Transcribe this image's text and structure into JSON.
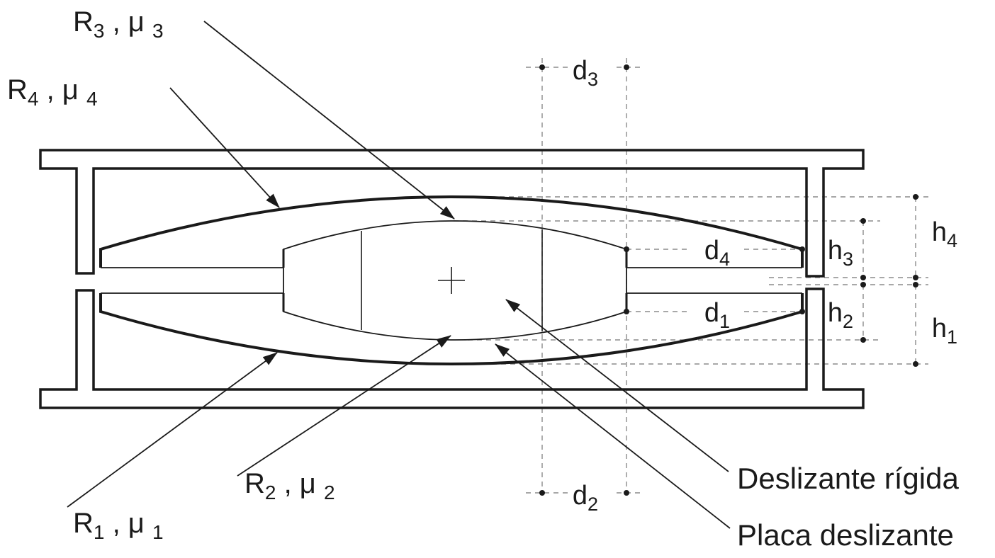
{
  "figure": {
    "background": "#ffffff",
    "line_color": "#1a1a1a",
    "dash_color": "#8c8c8c",
    "description_labels": "triple friction pendulum bearing cross-section"
  },
  "labels": {
    "r3": {
      "p1": "R",
      "s1": "3",
      "p2": " , μ ",
      "s2": "3"
    },
    "r4": {
      "p1": "R",
      "s1": "4",
      "p2": " , μ ",
      "s2": "4"
    },
    "r2": {
      "p1": "R",
      "s1": "2",
      "p2": " , μ ",
      "s2": "2"
    },
    "r1": {
      "p1": "R",
      "s1": "1",
      "p2": " , μ ",
      "s2": "1"
    }
  },
  "dimensions": {
    "d3": {
      "p": "d",
      "s": "3"
    },
    "d2": {
      "p": "d",
      "s": "2"
    },
    "d4": {
      "p": "d",
      "s": "4"
    },
    "d1": {
      "p": "d",
      "s": "1"
    },
    "h4": {
      "p": "h",
      "s": "4"
    },
    "h3": {
      "p": "h",
      "s": "3"
    },
    "h2": {
      "p": "h",
      "s": "2"
    },
    "h1": {
      "p": "h",
      "s": "1"
    }
  },
  "annotations": {
    "rigid_slider": "Deslizante rígida",
    "sliding_plate": "Placa deslizante"
  }
}
